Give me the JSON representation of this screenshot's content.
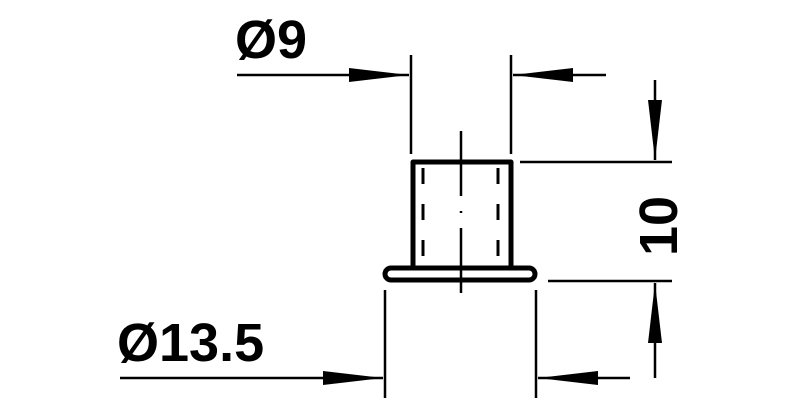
{
  "dimensions": {
    "inner_diameter": "Ø9",
    "height": "10",
    "flange_diameter": "Ø13.5"
  },
  "colors": {
    "line": "#000000",
    "background": "#ffffff"
  }
}
